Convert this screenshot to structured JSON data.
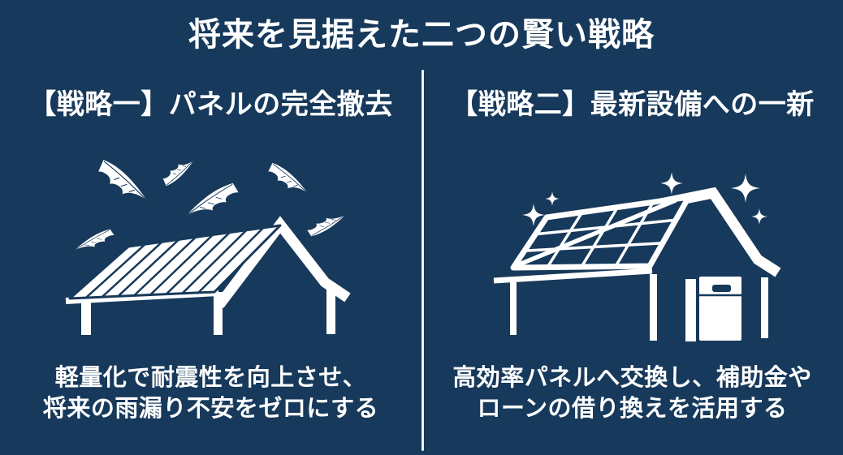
{
  "title": "将来を見据えた二つの賢い戦略",
  "colors": {
    "background": "#17395B",
    "text": "#FFFFFF",
    "divider": "#F2F5F7",
    "artwork": "#FFFFFF"
  },
  "left_panel": {
    "heading": "【戦略一】パネルの完全撤去",
    "caption_line1": "軽量化で耐震性を向上させ、",
    "caption_line2": "将来の雨漏り不安をゼロにする",
    "illustration": "bare-roof-with-falling-feathers"
  },
  "right_panel": {
    "heading": "【戦略二】最新設備への一新",
    "caption_line1": "高効率パネルへ交換し、補助金や",
    "caption_line2": "ローンの借り換えを活用する",
    "illustration": "house-with-new-solar-panels-and-battery"
  }
}
